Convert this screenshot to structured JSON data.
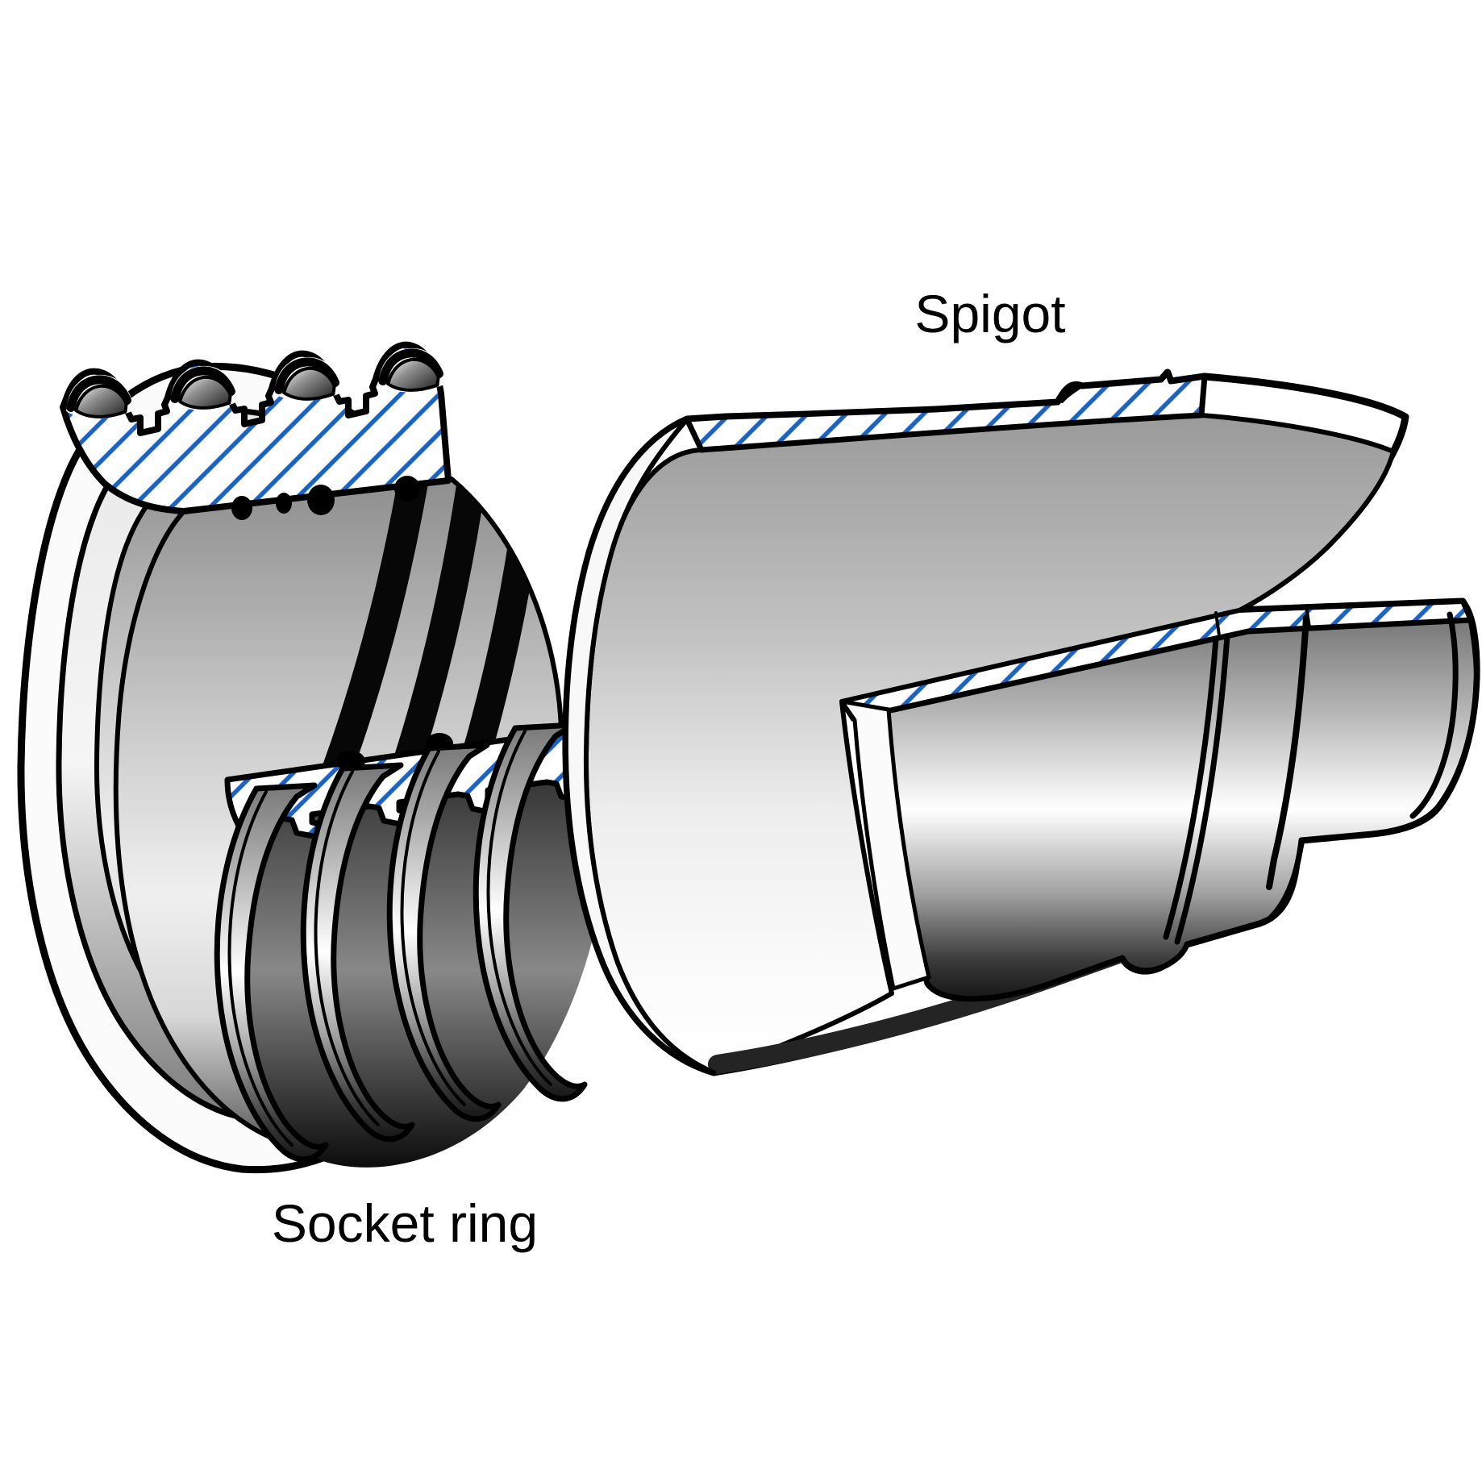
{
  "labels": {
    "spigot": "Spigot",
    "socket_ring": "Socket ring"
  },
  "diagram": {
    "kind": "cutaway-section-illustration",
    "components": [
      {
        "id": "socket-ring",
        "label": "Socket ring"
      },
      {
        "id": "spigot",
        "label": "Spigot"
      }
    ],
    "colors": {
      "background": "#ffffff",
      "outline": "#000000",
      "hatch_blue": "#1b63c1",
      "metal_light": "#f6f6f6",
      "metal_mid": "#9a9a9a",
      "metal_dark": "#161616"
    }
  }
}
